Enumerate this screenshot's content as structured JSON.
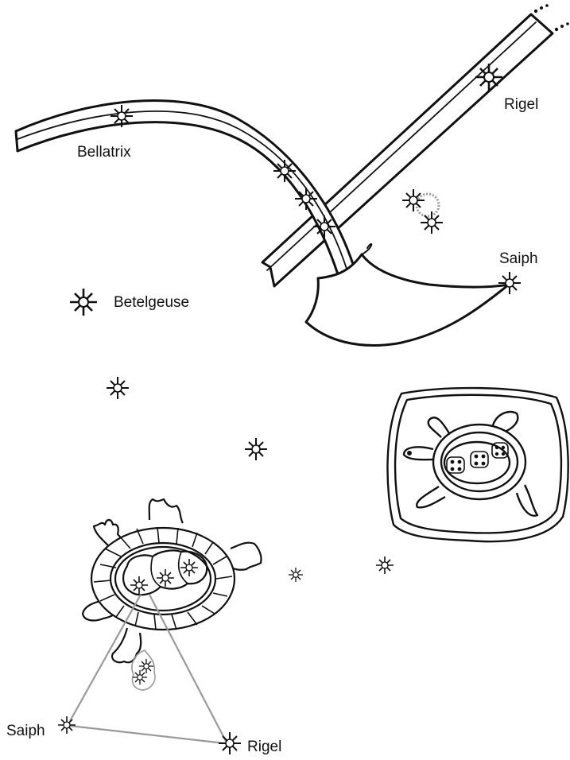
{
  "labels": {
    "rigel_top": "Rigel",
    "bellatrix": "Bellatrix",
    "saiph_top": "Saiph",
    "betelgeuse": "Betelgeuse",
    "saiph_bottom": "Saiph",
    "rigel_bottom": "Rigel"
  },
  "colors": {
    "ink": "#111111",
    "line": "#9a9a9a",
    "nebula": "#888888"
  }
}
